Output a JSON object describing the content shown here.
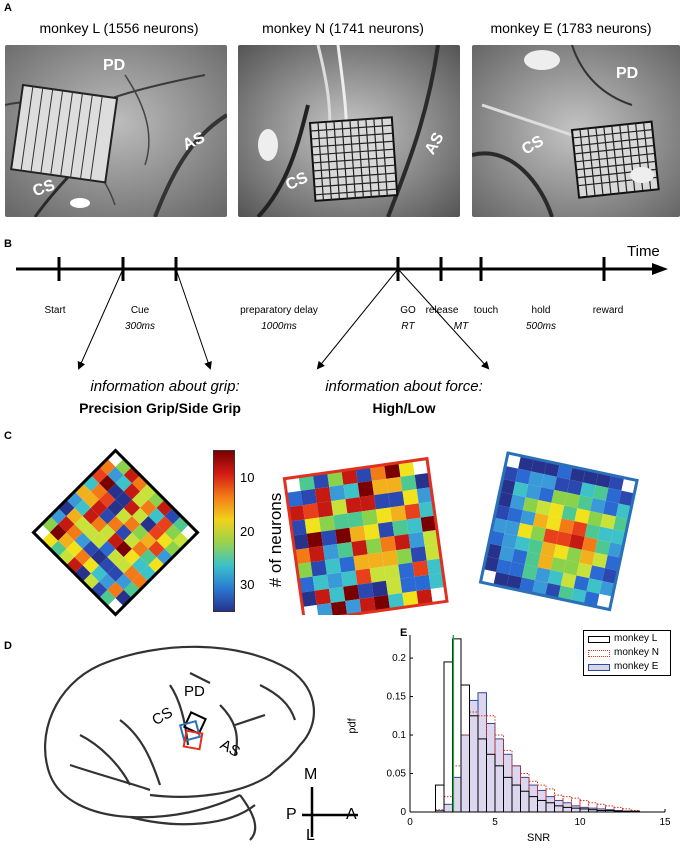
{
  "panel_a": {
    "label": "A",
    "monkeys": [
      {
        "title": "monkey L (1556 neurons)",
        "landmarks": [
          "PD",
          "CS",
          "AS"
        ]
      },
      {
        "title": "monkey N (1741 neurons)",
        "landmarks": [
          "CS",
          "AS"
        ]
      },
      {
        "title": "monkey E (1783 neurons)",
        "landmarks": [
          "PD",
          "CS"
        ]
      }
    ]
  },
  "panel_b": {
    "label": "B",
    "axis_label": "Time",
    "events": [
      "Start",
      "Cue",
      "preparatory delay",
      "GO",
      "release",
      "touch",
      "hold",
      "reward"
    ],
    "durations": [
      "300ms",
      "1000ms",
      "RT",
      "MT",
      "500ms"
    ],
    "grip_info": {
      "title": "information about grip:",
      "value": "Precision Grip/Side Grip"
    },
    "force_info": {
      "title": "information about force:",
      "value": "High/Low"
    }
  },
  "panel_c": {
    "label": "C",
    "colorbar_label": "# of neurons",
    "colorbar_ticks": [
      "10",
      "20",
      "30"
    ],
    "array_colors": [
      "#000000",
      "#e03020",
      "#2a70b8"
    ]
  },
  "panel_d": {
    "label": "D",
    "landmarks": [
      "PD",
      "CS",
      "AS"
    ],
    "compass": {
      "M": "M",
      "L": "L",
      "P": "P",
      "A": "A"
    }
  },
  "chart_data": {
    "label": "E",
    "type": "bar",
    "xlabel": "SNR",
    "ylabel": "pdf",
    "xlim": [
      0,
      15
    ],
    "ylim": [
      0,
      0.23
    ],
    "xticks": [
      "0",
      "5",
      "10",
      "15"
    ],
    "yticks": [
      "0",
      "0.05",
      "0.1",
      "0.15",
      "0.2"
    ],
    "bin_width": 0.5,
    "bin_starts": [
      1.5,
      2,
      2.5,
      3,
      3.5,
      4,
      4.5,
      5,
      5.5,
      6,
      6.5,
      7,
      7.5,
      8,
      8.5,
      9,
      9.5,
      10,
      10.5,
      11,
      11.5,
      12,
      12.5,
      13
    ],
    "threshold_x": 2.55,
    "legend_position": "top-right",
    "series": [
      {
        "name": "monkey L",
        "color": "#000000",
        "style": "solid",
        "values": [
          0.035,
          0.195,
          0.225,
          0.165,
          0.125,
          0.095,
          0.075,
          0.06,
          0.045,
          0.035,
          0.027,
          0.02,
          0.015,
          0.012,
          0.008,
          0.006,
          0.005,
          0.004,
          0.003,
          0.002,
          0.002,
          0.001,
          0.001,
          0.001
        ]
      },
      {
        "name": "monkey N",
        "color": "#e03020",
        "style": "dotted",
        "values": [
          0.003,
          0.02,
          0.06,
          0.1,
          0.13,
          0.125,
          0.125,
          0.1,
          0.08,
          0.06,
          0.05,
          0.04,
          0.035,
          0.03,
          0.022,
          0.02,
          0.018,
          0.015,
          0.012,
          0.01,
          0.008,
          0.006,
          0.004,
          0.002
        ]
      },
      {
        "name": "monkey E",
        "color": "#2a4a9a",
        "style": "filled",
        "values": [
          0.002,
          0.01,
          0.045,
          0.1,
          0.145,
          0.155,
          0.115,
          0.095,
          0.075,
          0.06,
          0.045,
          0.035,
          0.028,
          0.02,
          0.015,
          0.012,
          0.008,
          0.006,
          0.005,
          0.004,
          0.003,
          0.002,
          0.001,
          0.001
        ]
      }
    ]
  }
}
